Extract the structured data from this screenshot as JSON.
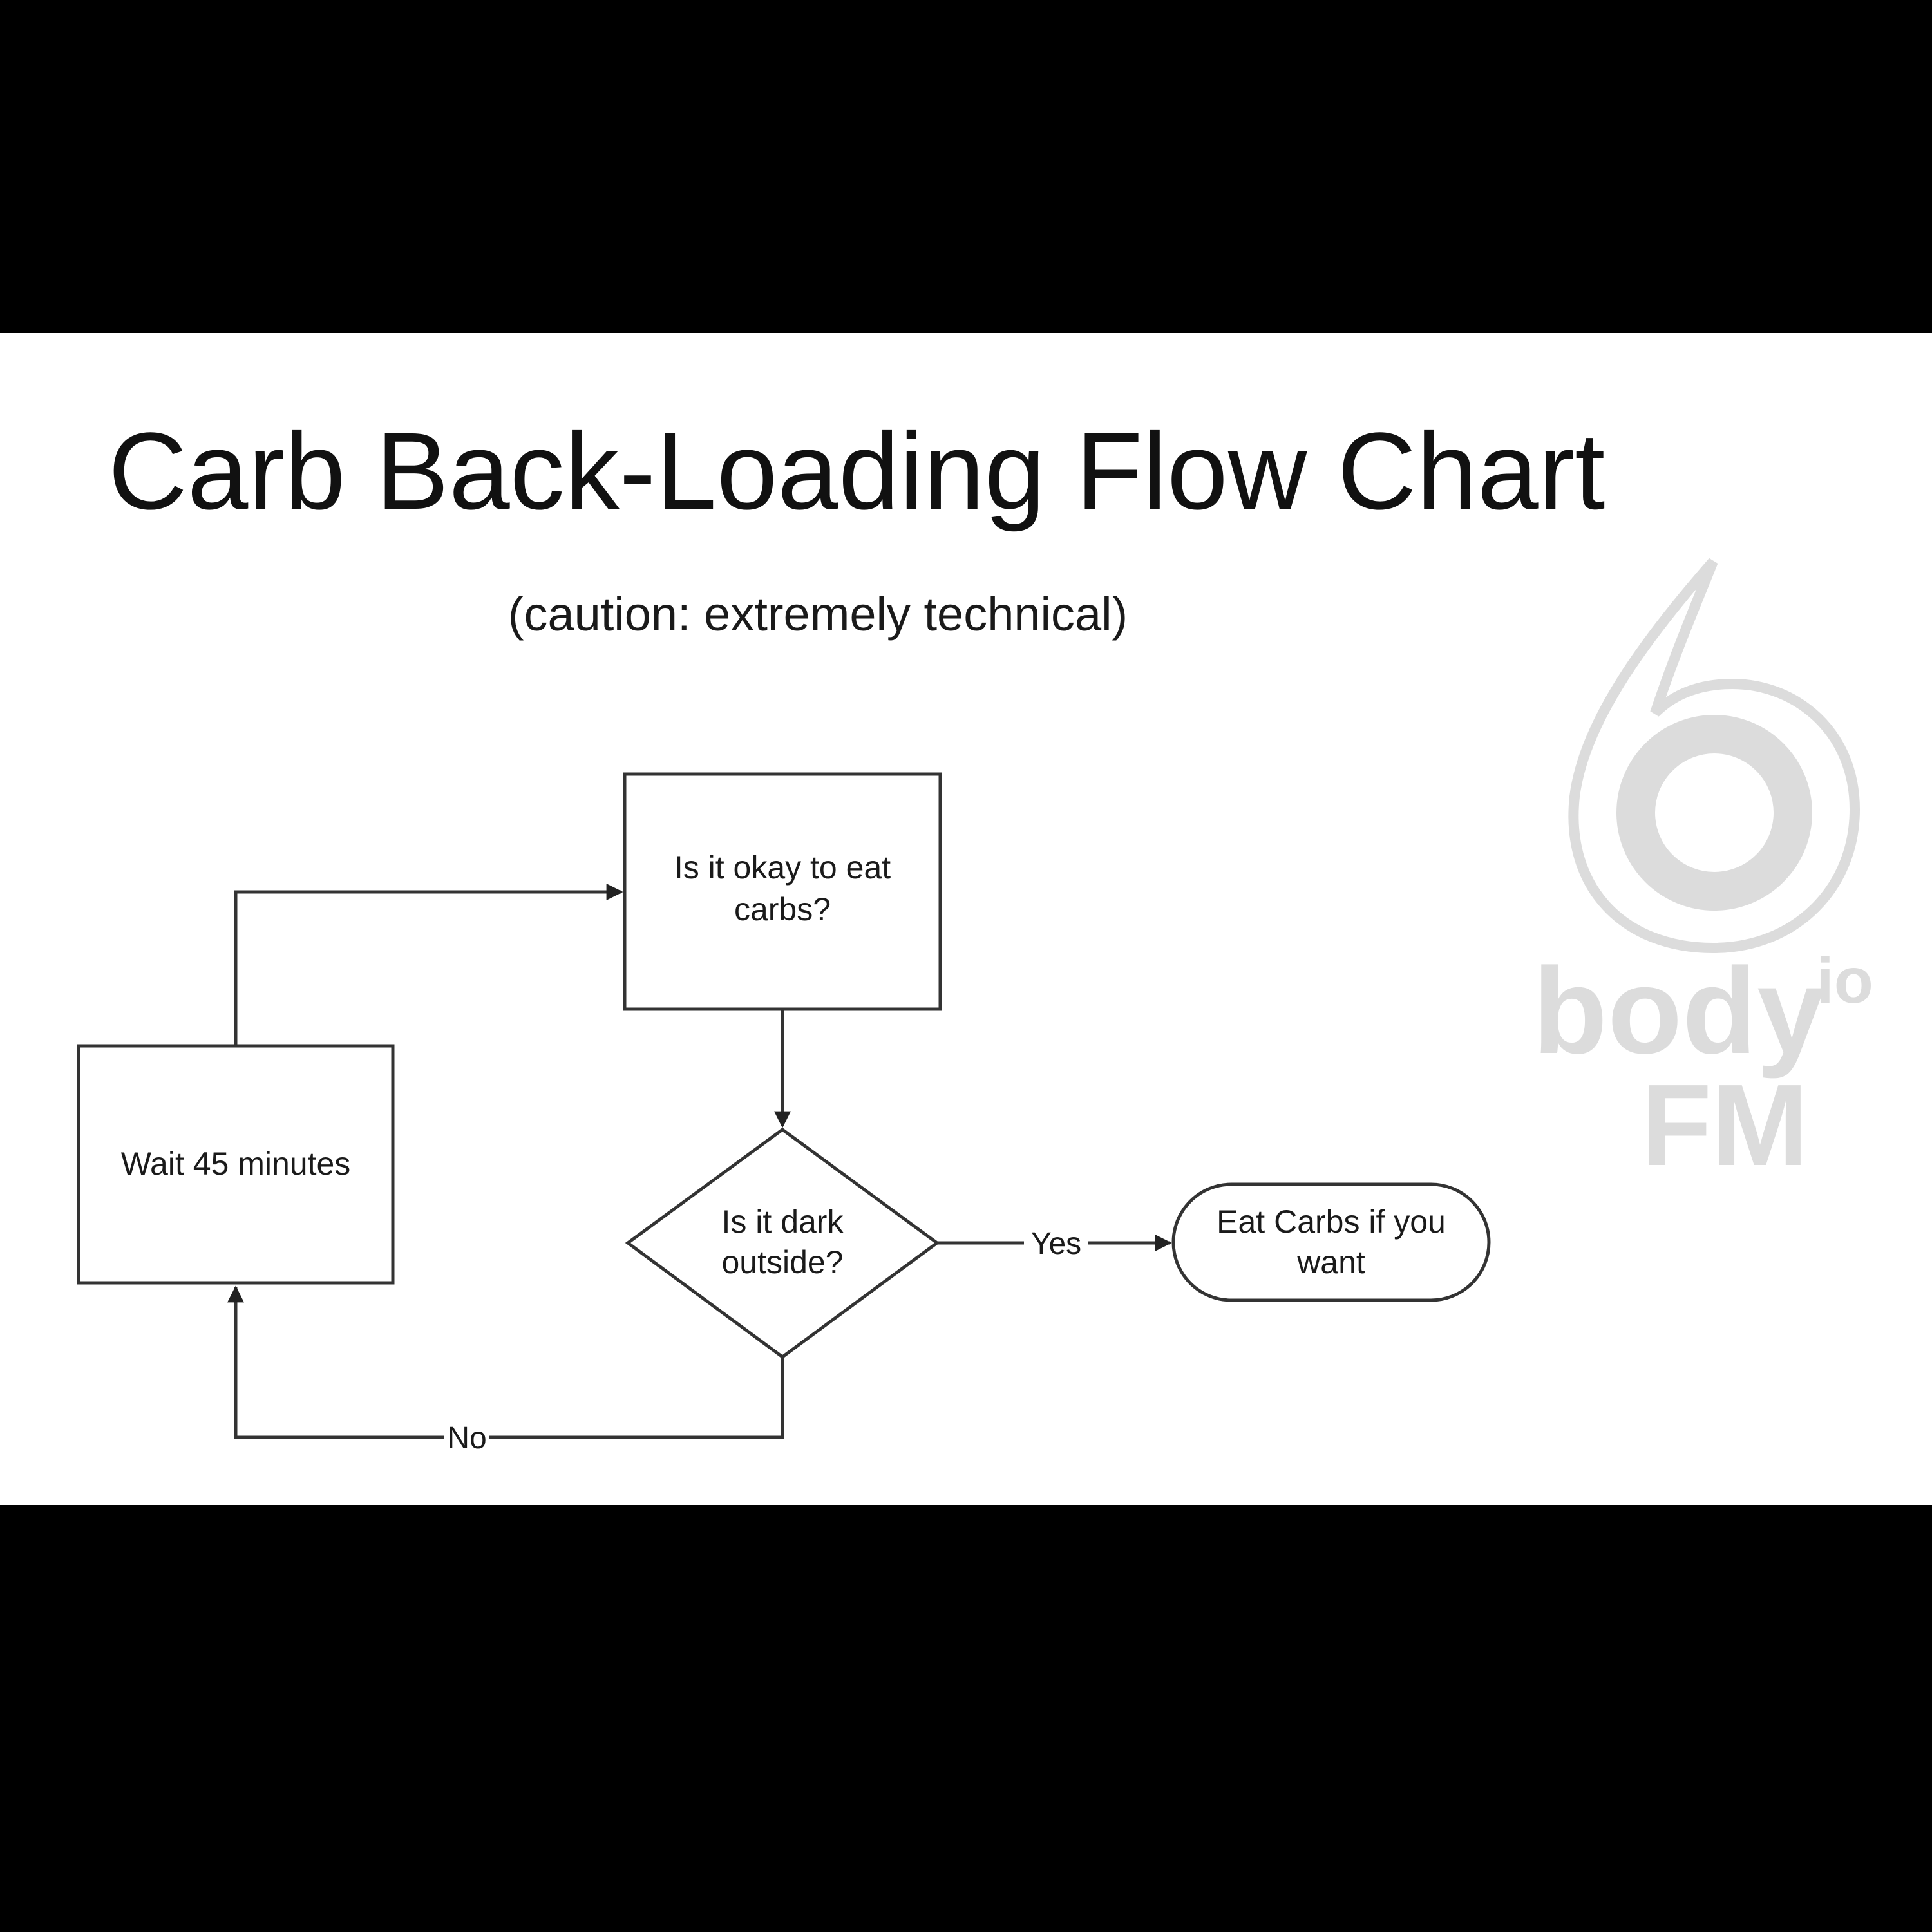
{
  "slide": {
    "title": "Carb Back-Loading Flow Chart",
    "subtitle": "(caution: extremely technical)"
  },
  "diagram": {
    "nodes": {
      "okay": {
        "line1": "Is it okay to eat",
        "line2": "carbs?",
        "shape": "rectangle"
      },
      "dark": {
        "line1": "Is it dark",
        "line2": "outside?",
        "shape": "diamond"
      },
      "eat": {
        "line1": "Eat Carbs if you",
        "line2": "want",
        "shape": "rounded-terminal"
      },
      "wait": {
        "line1": "Wait 45 minutes",
        "shape": "rectangle"
      }
    },
    "edges": {
      "yes_label": "Yes",
      "no_label": "No"
    },
    "colors": {
      "stroke": "#333333",
      "text": "#1a1a1a",
      "logo": "#dcdcdc"
    }
  },
  "watermark": {
    "icon": "six-swirl-icon",
    "word": "body",
    "superscript": "io",
    "suffix": "FM"
  }
}
